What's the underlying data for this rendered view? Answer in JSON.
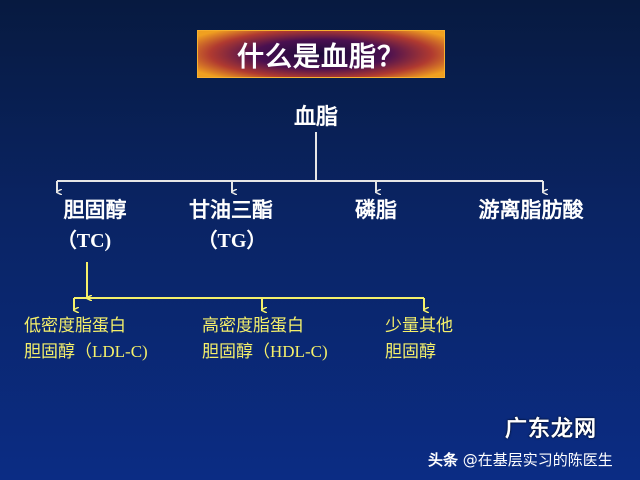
{
  "title": "什么是血脂？",
  "root": "血脂",
  "categories": [
    {
      "label": "胆固醇",
      "abbr": "（TC)"
    },
    {
      "label": "甘油三酯",
      "abbr": "（TG）"
    },
    {
      "label": "磷脂"
    },
    {
      "label": "游离脂肪酸"
    }
  ],
  "cholesterol_subtypes": [
    {
      "line1": "低密度脂蛋白",
      "line2": "胆固醇（LDL-C)"
    },
    {
      "line1": "高密度脂蛋白",
      "line2": "胆固醇（HDL-C)"
    },
    {
      "line1": "少量其他",
      "line2": "胆固醇"
    }
  ],
  "watermark": {
    "source": "头条",
    "handle": "@在基层实习的陈医生",
    "logo": "广东龙网"
  },
  "colors": {
    "white_lines": "#e6e6e6",
    "yellow": "#f5f06a",
    "title_border": "#f7b030"
  }
}
